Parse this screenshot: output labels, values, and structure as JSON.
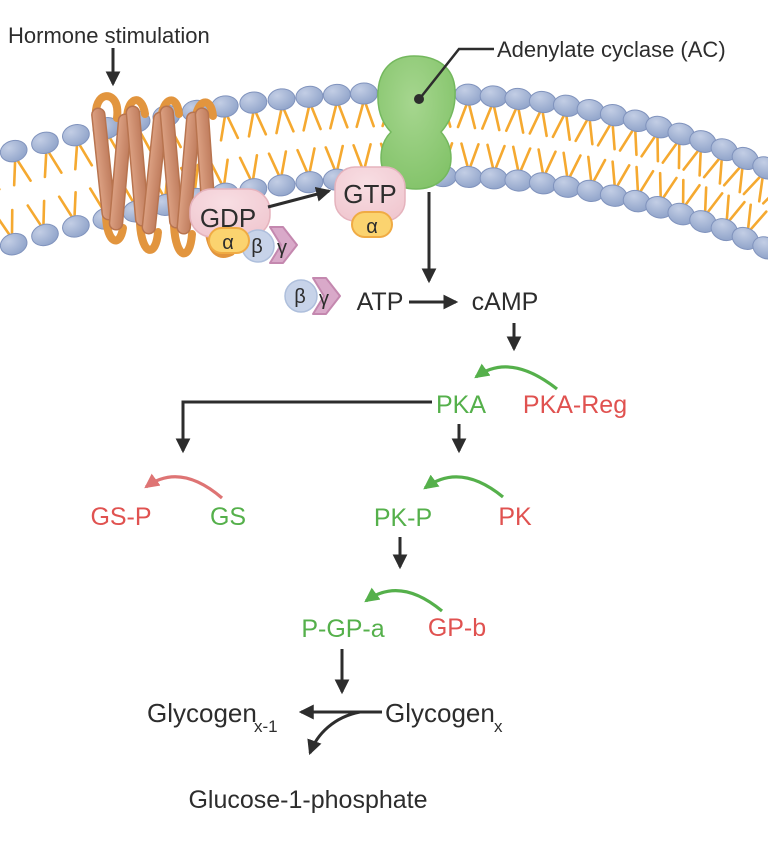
{
  "diagram": {
    "annotations": {
      "hormone": "Hormone stimulation",
      "adenylate_cyclase": "Adenylate cyclase (AC)"
    },
    "g_protein": {
      "gdp": "GDP",
      "gtp": "GTP",
      "alpha": "α",
      "beta": "β",
      "gamma": "γ"
    },
    "pathway": {
      "atp": "ATP",
      "camp": "cAMP",
      "pka": "PKA",
      "pka_reg": "PKA-Reg",
      "gs_p": "GS-P",
      "gs": "GS",
      "pk_p": "PK-P",
      "pk": "PK",
      "p_gp_a": "P-GP-a",
      "gp_b": "GP-b",
      "glycogen_x1_base": "Glycogen",
      "glycogen_x1_sub": "x-1",
      "glycogen_x_base": "Glycogen",
      "glycogen_x_sub": "x",
      "glucose_1_phosphate": "Glucose-1-phosphate"
    },
    "colors": {
      "text_dark": "#2d2d2d",
      "active_green": "#55b04b",
      "inactive_red": "#e05250",
      "arc_green": "#55b04b",
      "arc_red": "#de7474",
      "membrane_head": "#94a7cc",
      "membrane_head_stroke": "#8093bd",
      "membrane_tail": "#f5a930",
      "receptor_loop_orange": "#e2953e",
      "receptor_helix_tan": "#cf8e6e",
      "ac_green": "#8cc873",
      "g_protein_pink": "#f4d3da",
      "alpha_yellow": "#fbd36f",
      "beta_blue": "#c7d3e9",
      "gamma_purple": "#d9a9c9"
    }
  }
}
